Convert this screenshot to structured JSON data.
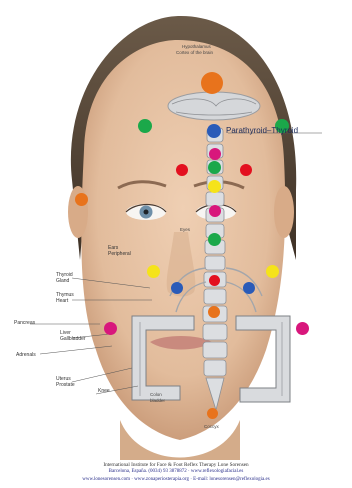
{
  "labels": {
    "top1": "Hypothalamus",
    "top2": "Cortex of the brain",
    "parathyroid": "Parathyroid–Thyroid",
    "eyes": "Eyes",
    "ears": "Ears\nPeripheral",
    "thyroid_gland": "Thyroid\nGland",
    "thymus_heart": "Thymus\nHeart",
    "pancreas": "Pancreas",
    "liver_gallbladder": "Liver\nGallbladder",
    "adrenals": "Adrenals",
    "uterus_prostate": "Uterus\nProstate",
    "knee": "Knee",
    "colon": "Colon\nbladder",
    "coccyx": "Coccyx"
  },
  "footer": {
    "line1": "International Institute for Face & Foot Reflex Therapy Lone Sorensen",
    "line2": "Barcelona, España. (0034) 93 3878872 · www.reflexologiafacial.es",
    "line3": "www.lonesorensen.com · www.zonaperiosterapia.org · E-mail: lonesorensen@reflexologia.es"
  },
  "colors": {
    "orange": "#e8731c",
    "green": "#1ba84a",
    "red": "#e3101f",
    "blue": "#2a5bb8",
    "magenta": "#d8177c",
    "yellow": "#f5e31a",
    "hair": "#5b4b3c",
    "skin": "#e6c2a4",
    "spine": "#d7d9dc"
  },
  "icons": [
    "face-photo",
    "brain-illustration",
    "spine-illustration",
    "colon-illustration",
    "reflex-point"
  ]
}
